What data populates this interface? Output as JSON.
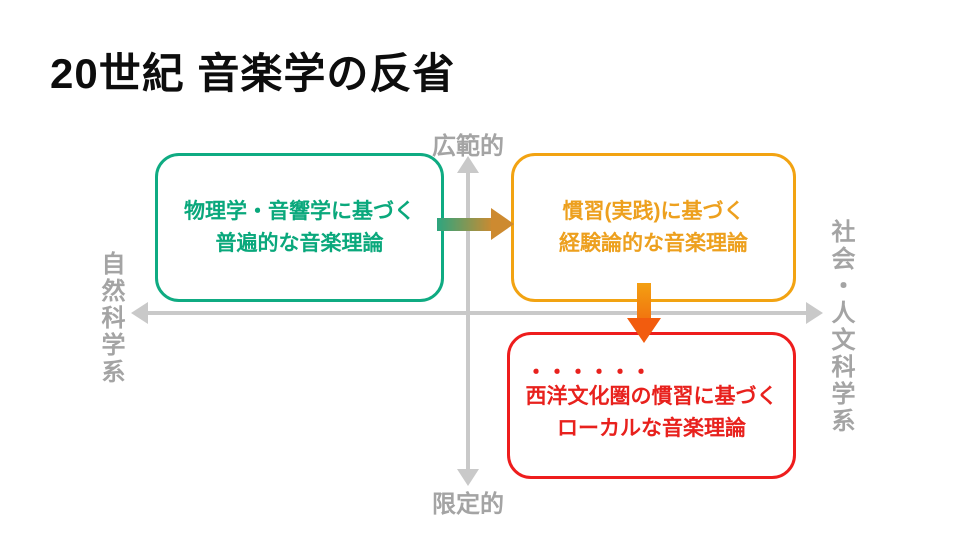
{
  "slide": {
    "title": "20世紀 音楽学の反省"
  },
  "axes": {
    "top_label": "広範的",
    "bottom_label": "限定的",
    "left_label": "自然科学系",
    "right_label": "社会・人文科学系",
    "line_color": "#c9c9c9",
    "label_color": "#a4a4a4"
  },
  "boxes": {
    "natural": {
      "line1": "物理学・音響学に基づく",
      "line2": "普遍的な音楽理論",
      "accent_color": "#0fab82"
    },
    "empirical": {
      "line1": "慣習(実践)に基づく",
      "line2": "経験論的な音楽理論",
      "accent_color": "#f2a312"
    },
    "local": {
      "emphasis_dots": "・・・・・・",
      "line1": "西洋文化圏の慣習に基づく",
      "line2": "ローカルな音楽理論",
      "accent_color": "#ee1d1d"
    }
  },
  "arrows": {
    "natural_to_empirical": {
      "direction": "right",
      "gradient_start": "#2da57f",
      "gradient_end": "#cd8a30"
    },
    "empirical_to_local": {
      "direction": "down",
      "gradient_start": "#f3a012",
      "gradient_end": "#f25c0e"
    }
  }
}
